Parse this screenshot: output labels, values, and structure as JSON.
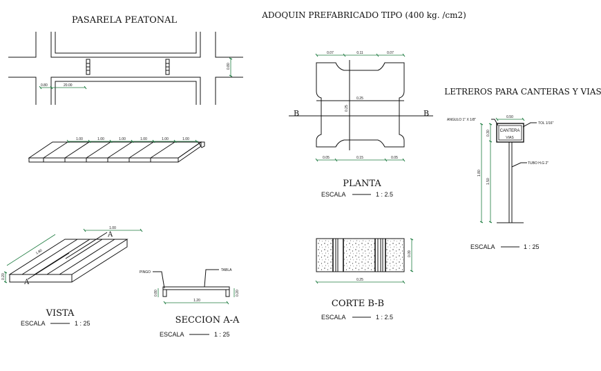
{
  "titles": {
    "pasarela": "PASARELA PEATONAL",
    "adoquin": "ADOQUIN PREFABRICADO TIPO (400 kg. /cm2)",
    "letreros": "LETREROS PARA CANTERAS Y VIAS",
    "planta": "PLANTA",
    "corte": "CORTE B-B",
    "vista": "VISTA",
    "seccion": "SECCION A-A"
  },
  "scales": {
    "planta": {
      "label": "ESCALA",
      "value": "1 : 2.5"
    },
    "corte": {
      "label": "ESCALA",
      "value": "1 : 2.5"
    },
    "letreros": {
      "label": "ESCALA",
      "value": "1 : 25"
    },
    "vista": {
      "label": "ESCALA",
      "value": "1 : 25"
    },
    "seccion": {
      "label": "ESCALA",
      "value": "1 : 25"
    }
  },
  "pasarela_plan": {
    "dim_a": "0.80",
    "dim_b": "20.00",
    "dim_v": "0.80"
  },
  "pasarela_elevation": {
    "segments": [
      "1.00",
      "1.00",
      "1.00",
      "1.00",
      "1.00",
      "1.00"
    ]
  },
  "vista": {
    "dim_width": "1.00",
    "dim_length": "1.80",
    "dim_height": "0.20",
    "section_mark": "A"
  },
  "seccion": {
    "pingo": "PINGO",
    "tabla": "TABLA",
    "dim_width": "1.20",
    "dim_left": "0.80",
    "dim_right": "0.20"
  },
  "planta": {
    "top_dims": [
      "0.07",
      "0.11",
      "0.07"
    ],
    "bottom_dims": [
      "0.05",
      "0.15",
      "0.05"
    ],
    "horizontal": "0.25",
    "vertical": "0.25",
    "cut_mark": "B"
  },
  "corte": {
    "dim_width": "0.25",
    "dim_height": "0.09"
  },
  "letreros": {
    "sign_top": "CANTERA",
    "sign_bottom": "VIAS",
    "angulo": "ANGULO 1\" X 1/8\"",
    "tol": "TOL 1/16\"",
    "tubo": "TUBO H.G 2\"",
    "dim_width": "0.50",
    "dim_sign": "0.30",
    "dim_pole": "1.50",
    "dim_total": "1.80"
  }
}
